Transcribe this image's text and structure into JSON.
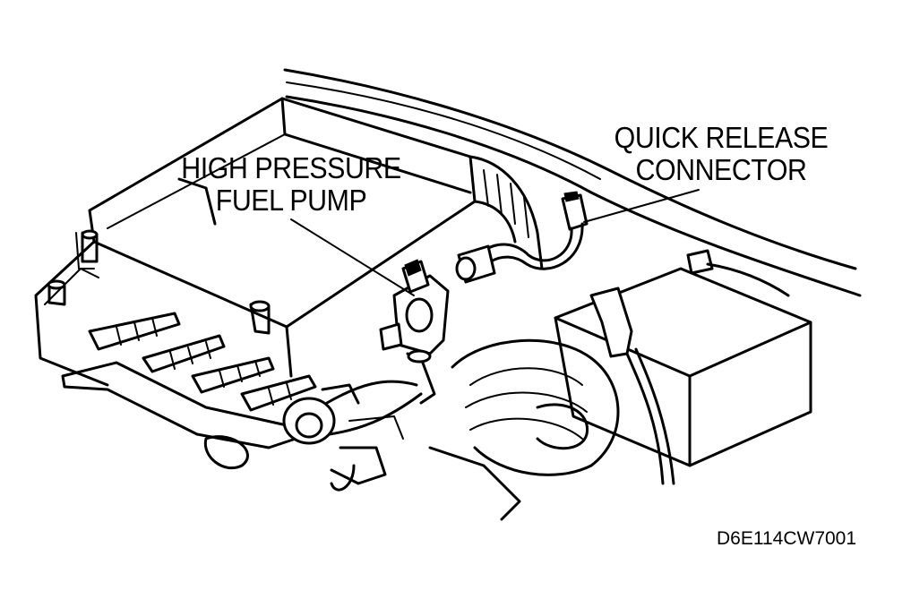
{
  "labels": {
    "pump_line1": "HIGH PRESSURE",
    "pump_line2": "FUEL PUMP",
    "connector_line1": "QUICK RELEASE",
    "connector_line2": "CONNECTOR"
  },
  "figure_code": "D6E114CW7001",
  "colors": {
    "ink": "#000000",
    "background": "#ffffff"
  }
}
